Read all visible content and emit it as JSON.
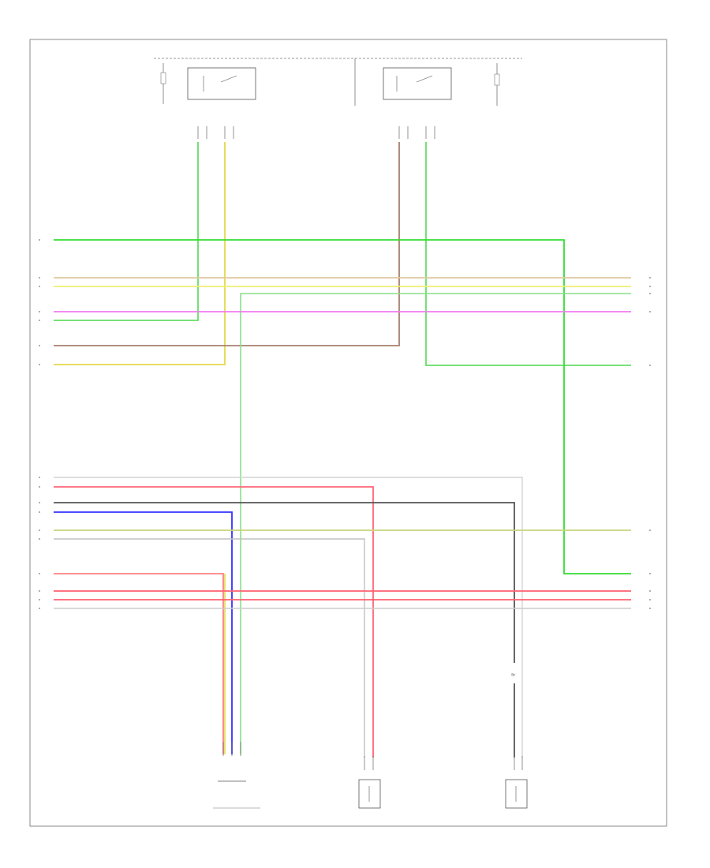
{
  "diagram_ref": "",
  "top": {
    "left_supply_label": "",
    "mid_supply_label": "",
    "right_supply_label": "",
    "left_fuse_label": "",
    "right_fuse_label": "",
    "left_relay_label": "",
    "right_relay_label": "",
    "right_note_label": ""
  },
  "wires": [
    {
      "id": "w-green-1",
      "color": "#00d000",
      "label_left": "",
      "label_right": "",
      "pin_left": "",
      "pin_right": ""
    },
    {
      "id": "w-tan-1",
      "color": "#d8c090",
      "label_left": "",
      "label_right": "",
      "pin_left": "",
      "pin_right": ""
    },
    {
      "id": "w-yellow-1",
      "color": "#f0f000",
      "label_left": "",
      "label_right": "",
      "pin_left": "",
      "pin_right": ""
    },
    {
      "id": "w-green-2",
      "color": "#7fe07f",
      "label_left": "",
      "label_right": "",
      "pin_left": "",
      "pin_right": ""
    },
    {
      "id": "w-magenta",
      "color": "#f070f0",
      "label_left": "",
      "label_right": "",
      "pin_left": "",
      "pin_right": ""
    },
    {
      "id": "w-green-3",
      "color": "#5fd05f",
      "label_left": "",
      "label_right": "",
      "pin_left": "",
      "pin_right": ""
    },
    {
      "id": "w-brown",
      "color": "#b07060",
      "label_left": "",
      "label_right": "",
      "pin_left": "",
      "pin_right": ""
    },
    {
      "id": "w-yellow-2",
      "color": "#f0f000",
      "label_left": "",
      "label_right": "",
      "pin_left": "",
      "pin_right": ""
    },
    {
      "id": "w-green-4",
      "color": "#00d000",
      "label_left": "",
      "label_right": "",
      "pin_left": "",
      "pin_right": ""
    },
    {
      "id": "w-white-1",
      "color": "#d8d8d8",
      "label_left": "",
      "label_right": "",
      "pin_left": "",
      "pin_right": ""
    },
    {
      "id": "w-red-1",
      "color": "#ff5a6a",
      "label_left": "",
      "label_right": "",
      "pin_left": "",
      "pin_right": ""
    },
    {
      "id": "w-black",
      "color": "#555555",
      "label_left": "",
      "label_right": "",
      "pin_left": "",
      "pin_right": ""
    },
    {
      "id": "w-blue",
      "color": "#3030ff",
      "label_left": "",
      "label_right": "",
      "pin_left": "",
      "pin_right": ""
    },
    {
      "id": "w-ygreen",
      "color": "#c0d070",
      "label_left": "",
      "label_right": "",
      "pin_left": "",
      "pin_right": ""
    },
    {
      "id": "w-grey",
      "color": "#b8b8b8",
      "label_left": "",
      "label_right": "",
      "pin_left": "",
      "pin_right": ""
    },
    {
      "id": "w-green-5",
      "color": "#00d000",
      "label_left": "",
      "label_right": "",
      "pin_left": "",
      "pin_right": ""
    },
    {
      "id": "w-red-2",
      "color": "#ff6070",
      "label_left": "",
      "label_right": "",
      "pin_left": "",
      "pin_right": ""
    },
    {
      "id": "w-red-3",
      "color": "#ff6070",
      "label_left": "",
      "label_right": "",
      "pin_left": "",
      "pin_right": ""
    },
    {
      "id": "w-red-4",
      "color": "#ff6070",
      "label_left": "",
      "label_right": "",
      "pin_left": "",
      "pin_right": ""
    },
    {
      "id": "w-white-2",
      "color": "#c8c8c8",
      "label_left": "",
      "label_right": "",
      "pin_left": "",
      "pin_right": ""
    }
  ],
  "components": {
    "left_sensor_label": "",
    "mid_sensor_label": "",
    "right_sensor_label": ""
  }
}
